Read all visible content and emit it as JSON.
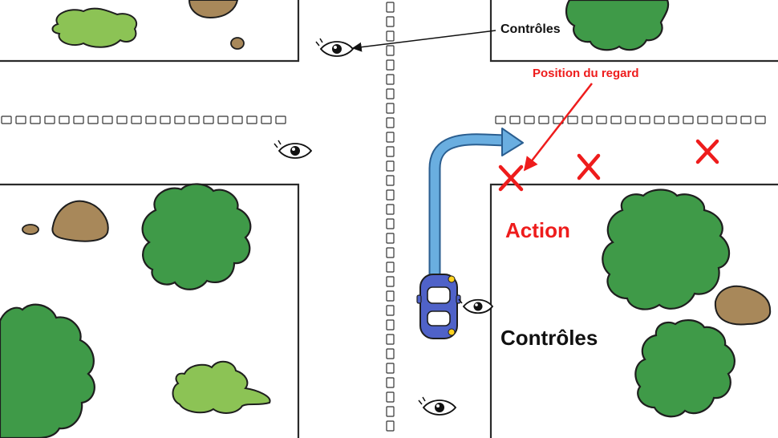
{
  "labels": {
    "controls_top": "Contrôles",
    "gaze_position": "Position du regard",
    "action": "Action",
    "controls_main": "Contrôles"
  },
  "colors": {
    "ink": "#111111",
    "accent_red": "#ee1c1c",
    "turn_arrow": "#5b9fd6",
    "tree_dark": "#3f9a48",
    "tree_light": "#8cc355",
    "rock": "#a8885a",
    "car": "#4f62c8",
    "road_line": "#ffffff"
  },
  "icons": {
    "eye": "eye-icon",
    "gaze_mark": "cross-mark-icon",
    "vehicle": "car-icon",
    "vegetation": "tree-icon"
  }
}
